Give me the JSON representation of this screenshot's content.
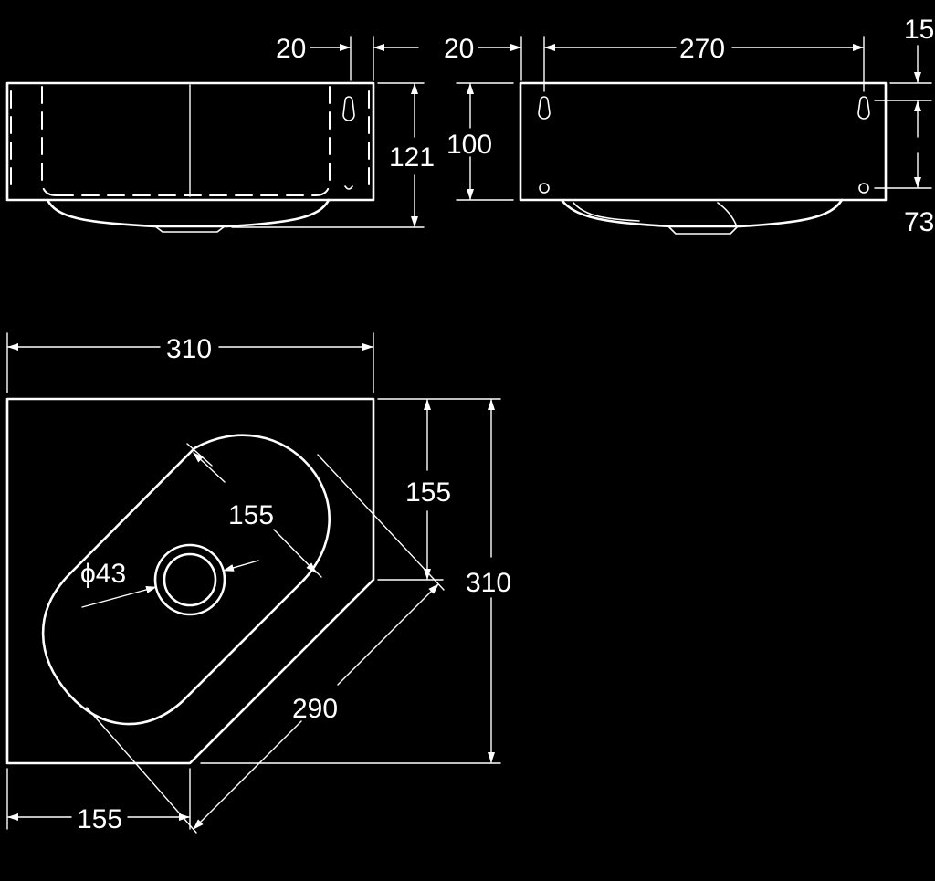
{
  "colors": {
    "background": "#000000",
    "line": "#ffffff"
  },
  "dimensions": {
    "front_left_offset": "20",
    "side_left_offset": "20",
    "side_width": "270",
    "side_top_offset": "15",
    "front_height": "121",
    "side_height": "100",
    "side_hole_drop": "73",
    "top_width": "310",
    "top_depth": "310",
    "top_right_depth": "155",
    "basin_width": "155",
    "drain_diameter": "ϕ43",
    "front_edge": "290",
    "bottom_offset": "155"
  }
}
